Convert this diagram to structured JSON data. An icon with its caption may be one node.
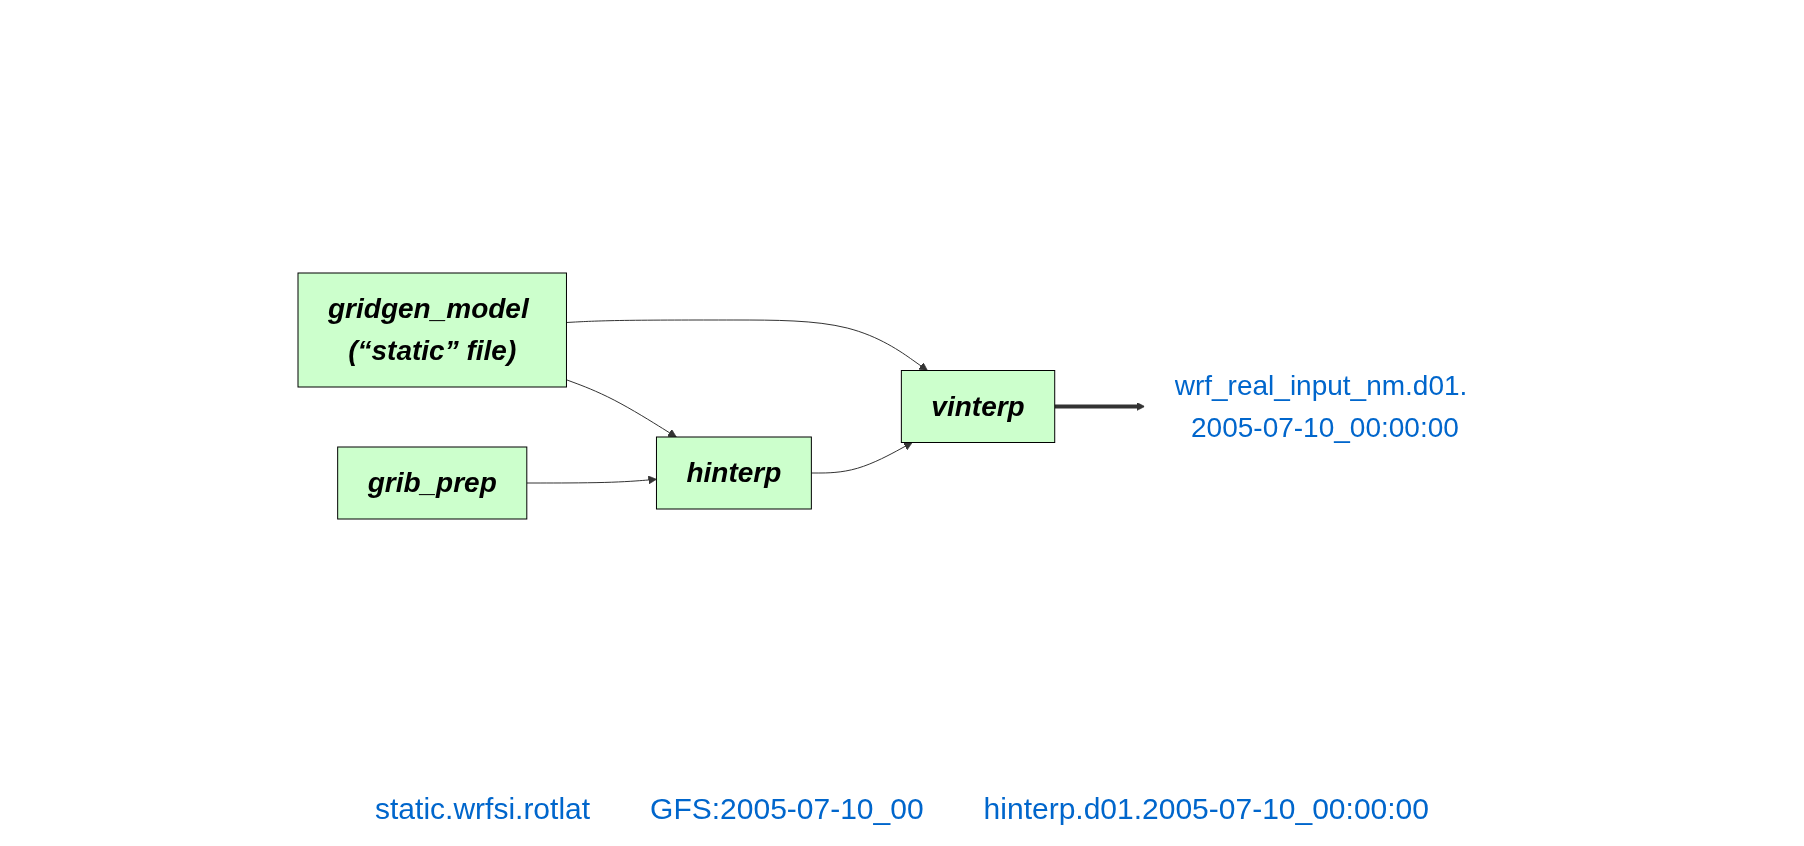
{
  "diagram": {
    "nodes": [
      {
        "text": [
          "gridgen_model (“static” file)"
        ]
      },
      {
        "text": [
          "grib_prep"
        ]
      },
      {
        "text": [
          "hinterp"
        ]
      },
      {
        "text": [
          "vinterp"
        ]
      },
      {
        "text": [
          "wrf_real_input_nm.d01. 2005-07-10_00:00:00"
        ]
      }
    ],
    "edges": [
      {
        "from": 0,
        "to": 2,
        "arrow": "to"
      },
      {
        "from": 0,
        "to": 3,
        "arrow": "to"
      },
      {
        "from": 1,
        "to": 2,
        "arrow": "to"
      },
      {
        "from": 2,
        "to": 3,
        "arrow": "to"
      },
      {
        "from": 3,
        "to": 4,
        "arrow": "to",
        "style": "thick"
      }
    ],
    "labels": [
      "static.wrfsi.rotlat",
      "GFS:2005-07-10_00",
      "hinterp.d01.2005-07-10_00:00:00"
    ]
  }
}
